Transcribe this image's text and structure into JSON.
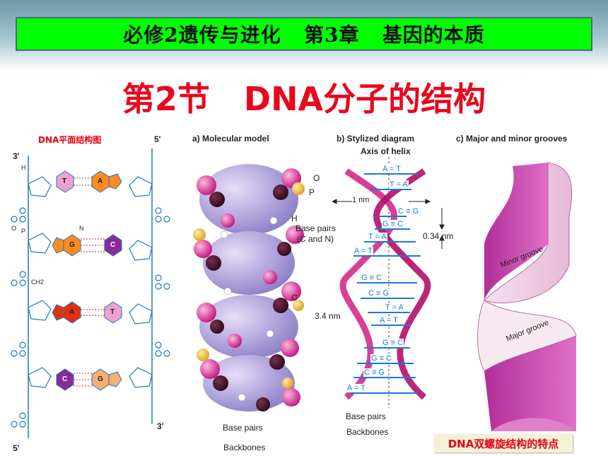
{
  "header": {
    "text": "必修2遗传与进化   第3章   基因的本质"
  },
  "title": "第2节   DNA分子的结构",
  "planar": {
    "label": "DNA平面结构图",
    "prime3_top": "3'",
    "prime5_top": "5'",
    "prime5_bottom": "5'",
    "prime3_bottom": "3'",
    "pairs": [
      {
        "left": "T",
        "right": "A"
      },
      {
        "left": "G",
        "right": "C"
      },
      {
        "left": "A",
        "right": "T"
      },
      {
        "left": "C",
        "right": "G"
      }
    ],
    "atom_labels": {
      "o": "O",
      "p": "P",
      "n": "N",
      "h": "H",
      "ch2": "CH2"
    }
  },
  "panels": {
    "a_title": "a) Molecular model",
    "a_labels": {
      "o": "O",
      "p": "P",
      "h": "H",
      "base_pairs": "Base pairs",
      "cn": "(C and N)",
      "c": "C",
      "bp_bottom": "Base pairs",
      "backbones": "Backbones"
    },
    "b_title": "b) Stylized diagram",
    "b_axis": "Axis of helix",
    "b_labels": {
      "one_nm": "1 nm",
      "nm034": "0.34 nm",
      "nm34": "3.4 nm",
      "base_pairs": "Base pairs",
      "backbones": "Backbones"
    },
    "b_pairs": [
      "A = T",
      "T = A",
      "C ≡ G",
      "G ≡ C",
      "T = A",
      "A = T",
      "G ≡ C",
      "C ≡ G",
      "T = A",
      "A = T",
      "G ≡ C",
      "G ≡ C",
      "C ≡ G",
      "A = T"
    ],
    "c_title": "c) Major and minor grooves",
    "c_minor": "Minor groove",
    "c_major": "Major groove"
  },
  "bottom_label": "DNA双螺旋结构的特点",
  "colors": {
    "header_bg": "#00ff00",
    "title": "#e8081e",
    "helix": "#c0157a",
    "pair_blue": "#1a78d8"
  }
}
